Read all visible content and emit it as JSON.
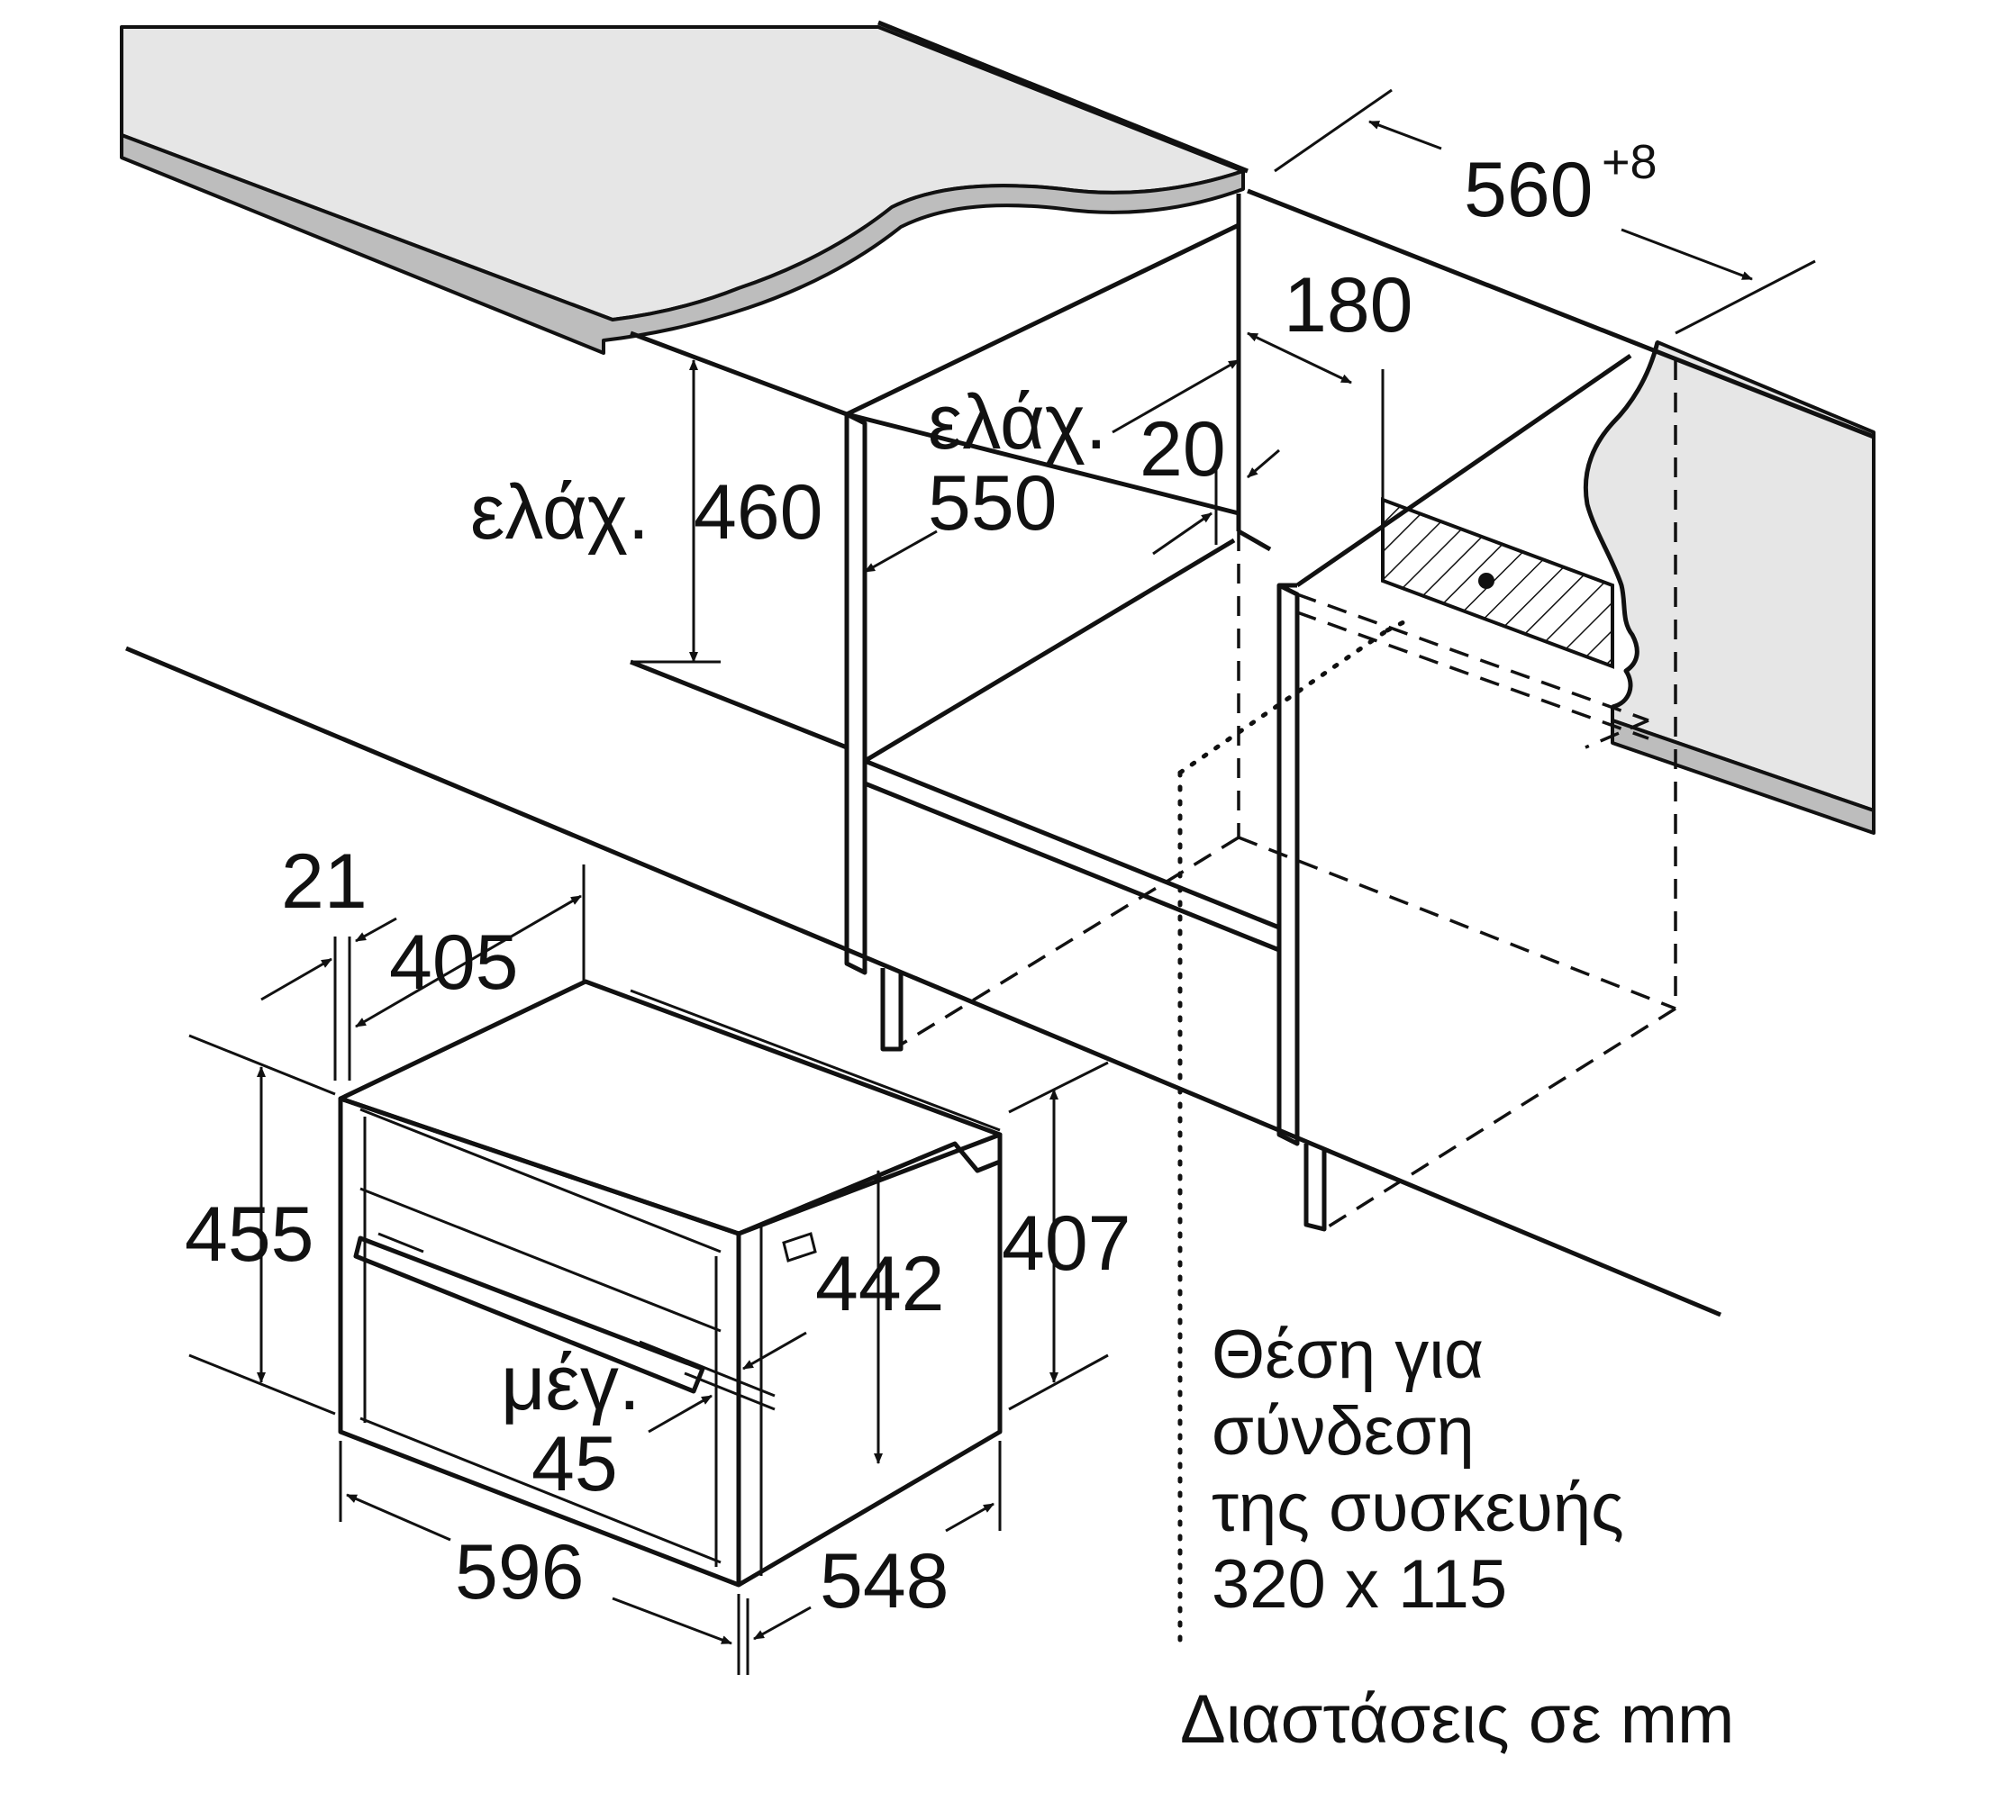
{
  "figure": {
    "background": "#ffffff",
    "line_color": "#111111",
    "surface_color": "#e6e6e6",
    "edge_color": "#bdbdbd"
  },
  "cabinet_dims": {
    "niche_width": "560",
    "niche_width_tolerance": "+8",
    "min_height_prefix": "ελάχ.",
    "min_height": "460",
    "min_depth_prefix": "ελάχ.",
    "min_depth": "550",
    "socket_offset": "180",
    "back_gap": "20"
  },
  "appliance_dims": {
    "front_panel": "21",
    "top_depth": "405",
    "height": "455",
    "body_height": "407",
    "inner_height": "442",
    "max_prefix": "μέγ.",
    "max_value": "45",
    "width": "596",
    "depth": "548"
  },
  "connection_note": {
    "line1": "Θέση για",
    "line2": "σύνδεση",
    "line3": "της συσκευής",
    "line4": "320 x 115"
  },
  "units_note": "Διαστάσεις σε mm"
}
